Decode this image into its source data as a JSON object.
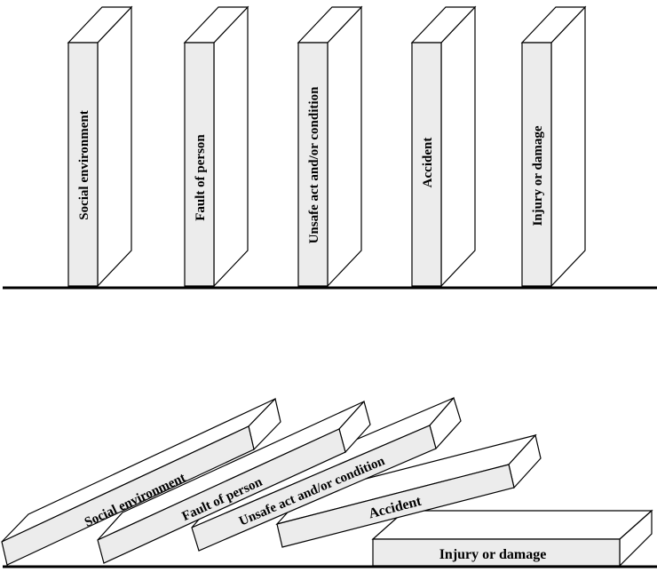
{
  "upright": {
    "dominoes": [
      {
        "label": "Social environment"
      },
      {
        "label": "Fault of person"
      },
      {
        "label": "Unsafe act and/or condition"
      },
      {
        "label": "Accident"
      },
      {
        "label": "Injury or damage"
      }
    ]
  },
  "fallen": {
    "dominoes": [
      {
        "label": "Social environment"
      },
      {
        "label": "Fault of person"
      },
      {
        "label": "Unsafe act and/or condition"
      },
      {
        "label": "Accident"
      },
      {
        "label": "Injury or damage"
      }
    ]
  },
  "colors": {
    "front_face": "#ececec",
    "side_face": "#ffffff",
    "outline": "#000000"
  }
}
